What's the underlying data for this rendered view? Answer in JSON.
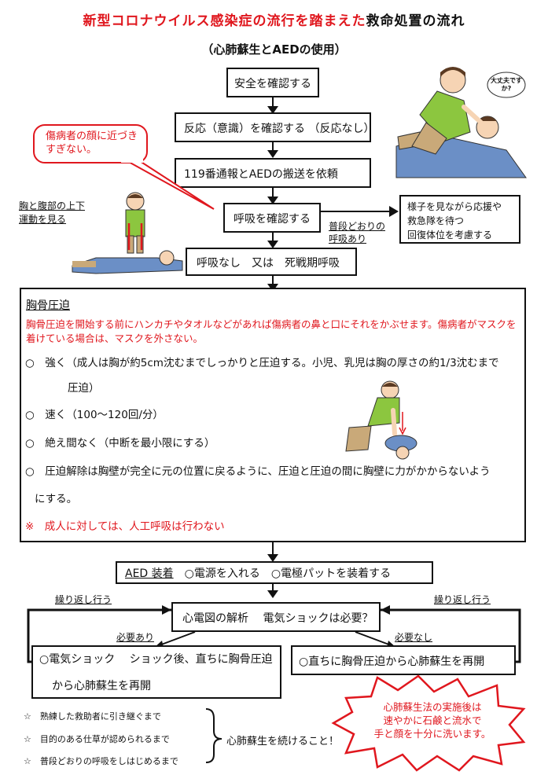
{
  "title": {
    "red_part": "新型コロナウイルス感染症の流行を踏まえた",
    "black_part": "救命処置の流れ"
  },
  "subtitle": "（心肺蘇生とAEDの使用）",
  "steps": {
    "safety": "安全を確認する",
    "response": "反応（意識）を確認する （反応なし）",
    "call": "119番通報とAEDの搬送を依頼",
    "breathing": "呼吸を確認する",
    "no_breathing": "呼吸なし　又は　死戦期呼吸"
  },
  "callouts": {
    "face_warning": "傷病者の顔に近づきすぎない。",
    "speech": "大丈夫ですか?",
    "chest_observe": "胸と腹部の上下運動を見る",
    "normal_breathing": "普段どおりの呼吸あり"
  },
  "normal_breathing_box": [
    "様子を見ながら応援や",
    "救急隊を待つ",
    "回復体位を考慮する"
  ],
  "chest_compression": {
    "heading": "胸骨圧迫",
    "warning": "胸骨圧迫を開始する前にハンカチやタオルなどがあれば傷病者の鼻と口にそれをかぶせます。傷病者がマスクを着けている場合は、マスクを外さない。",
    "items": [
      "○　強く（成人は胸が約5cm沈むまでしっかりと圧迫する。小児、乳児は胸の厚さの約1/3沈むまで",
      "圧迫）",
      "○　速く（100～120回/分）",
      "○　絶え間なく（中断を最小限にする）",
      "○　圧迫解除は胸壁が完全に元の位置に戻るように、圧迫と圧迫の間に胸壁に力がかからないよう",
      "にする。"
    ],
    "note": "※　成人に対しては、人工呼吸は行わない"
  },
  "aed": {
    "label": "AED 装着",
    "text": "○電源を入れる　○電極パットを装着する"
  },
  "repeat_left": "繰り返し行う",
  "repeat_right": "繰り返し行う",
  "analysis": "心電図の解析　 電気ショックは必要？",
  "shock_needed": "必要あり",
  "shock_not_needed": "必要なし",
  "shock_box": [
    "○電気ショック　 ショック後、直ちに胸骨圧迫",
    "から心肺蘇生を再開"
  ],
  "no_shock_box": "○直ちに胸骨圧迫から心肺蘇生を再開",
  "continue_conditions": [
    "☆　熟練した救助者に引き継ぐまで",
    "☆　目的のある仕草が認められるまで",
    "☆　普段どおりの呼吸をしはじめるまで"
  ],
  "continue_text": "心肺蘇生を続けること！",
  "starburst": [
    "心肺蘇生法の実施後は",
    "速やかに石鹸と流水で",
    "手と顔を十分に洗います。"
  ],
  "colors": {
    "accent_red": "#e0171e",
    "line": "#111111"
  }
}
